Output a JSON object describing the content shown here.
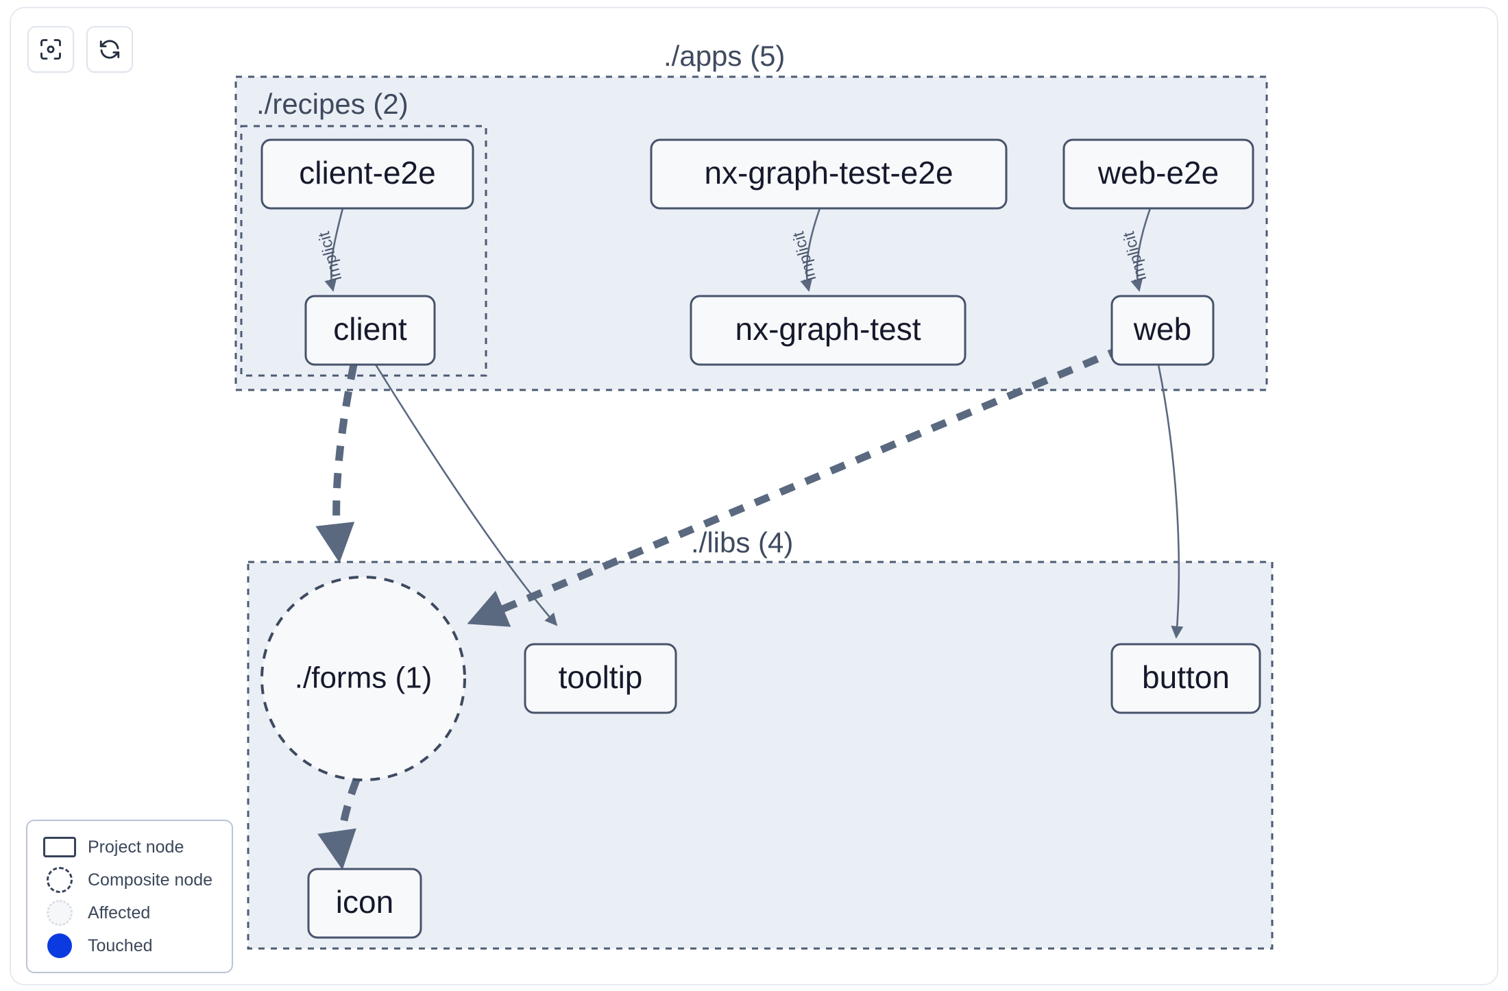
{
  "toolbar": {
    "buttons": [
      {
        "name": "focus-graph-button",
        "icon": "viewfinder-focus-icon",
        "label": ""
      },
      {
        "name": "refresh-graph-button",
        "icon": "refresh-sync-icon",
        "label": ""
      }
    ]
  },
  "groups": [
    {
      "id": "apps",
      "label": "./apps (5)"
    },
    {
      "id": "recipes",
      "label": "./recipes (2)"
    },
    {
      "id": "libs",
      "label": "./libs (4)"
    }
  ],
  "nodes": [
    {
      "id": "client-e2e",
      "label": "client-e2e",
      "type": "project"
    },
    {
      "id": "nx-graph-test-e2e",
      "label": "nx-graph-test-e2e",
      "type": "project"
    },
    {
      "id": "web-e2e",
      "label": "web-e2e",
      "type": "project"
    },
    {
      "id": "client",
      "label": "client",
      "type": "project"
    },
    {
      "id": "nx-graph-test",
      "label": "nx-graph-test",
      "type": "project"
    },
    {
      "id": "web",
      "label": "web",
      "type": "project"
    },
    {
      "id": "forms",
      "label": "./forms (1)",
      "type": "composite"
    },
    {
      "id": "tooltip",
      "label": "tooltip",
      "type": "project"
    },
    {
      "id": "button",
      "label": "button",
      "type": "project"
    },
    {
      "id": "icon",
      "label": "icon",
      "type": "project"
    }
  ],
  "edges": [
    {
      "from": "client-e2e",
      "to": "client",
      "label": "implicit",
      "style": "solid"
    },
    {
      "from": "nx-graph-test-e2e",
      "to": "nx-graph-test",
      "label": "implicit",
      "style": "solid"
    },
    {
      "from": "web-e2e",
      "to": "web",
      "label": "implicit",
      "style": "solid"
    },
    {
      "from": "client",
      "to": "forms",
      "label": "",
      "style": "dashed"
    },
    {
      "from": "client",
      "to": "tooltip",
      "label": "",
      "style": "solid"
    },
    {
      "from": "web",
      "to": "forms",
      "label": "",
      "style": "dashed"
    },
    {
      "from": "web",
      "to": "button",
      "label": "",
      "style": "solid"
    },
    {
      "from": "forms",
      "to": "icon",
      "label": "",
      "style": "dashed"
    }
  ],
  "legend": {
    "items": [
      {
        "swatch": "project-node-swatch",
        "label": "Project node"
      },
      {
        "swatch": "composite-node-swatch",
        "label": "Composite node"
      },
      {
        "swatch": "affected-swatch",
        "label": "Affected"
      },
      {
        "swatch": "touched-swatch",
        "label": "Touched"
      }
    ]
  },
  "colors": {
    "group_fill": "#eaeef5",
    "group_border": "#4b5b72",
    "node_fill": "#f8f9fb",
    "node_border": "#46536b",
    "node_text": "#15192b",
    "edge": "#5a697f",
    "touched": "#0b3ae0",
    "canvas": "#ffffff"
  }
}
